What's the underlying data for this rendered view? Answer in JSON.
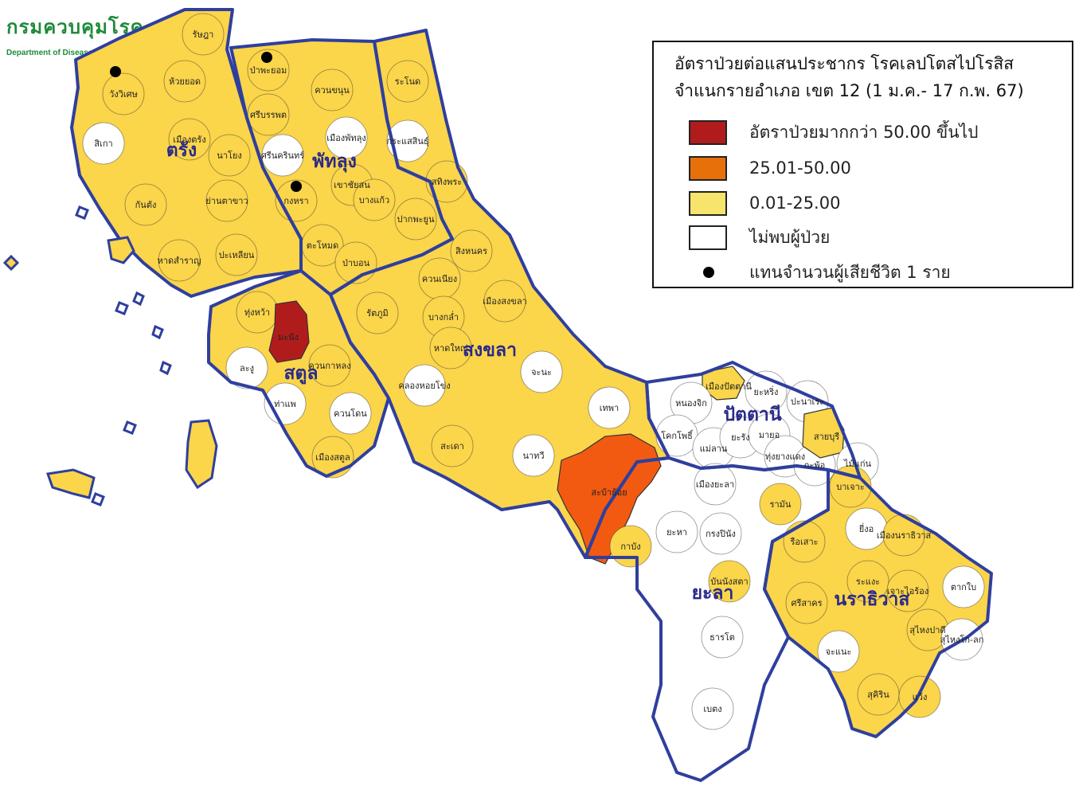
{
  "logo": {
    "thai": "กรมควบคุมโรค",
    "english": "Department of Disease Control"
  },
  "legend": {
    "title_line1": "อัตราป่วยต่อแสนประชากร โรคเลปโตสไปโรสิส",
    "title_line2": "จำแนกรายอำเภอ เขต 12 (1 ม.ค.- 17 ก.พ. 67)",
    "items": [
      {
        "label": "อัตราป่วยมากกว่า 50.00 ขึ้นไป",
        "color": "#b01c1c"
      },
      {
        "label": "25.01-50.00",
        "color": "#e8700a"
      },
      {
        "label": "0.01-25.00",
        "color": "#f7e46a"
      },
      {
        "label": "ไม่พบผู้ป่วย",
        "color": "#ffffff"
      }
    ],
    "death_label": "แทนจำนวนผู้เสียชีวิต 1 ราย"
  },
  "colors": {
    "high": "#b01c1c",
    "mid": "#f25a12",
    "low": "#fbd54a",
    "none": "#ffffff",
    "province_border": "#2f3f9e",
    "district_border": "#333333"
  },
  "provinces": [
    {
      "name": "ตรัง"
    },
    {
      "name": "พัทลุง"
    },
    {
      "name": "สตูล"
    },
    {
      "name": "สงขลา"
    },
    {
      "name": "ปัตตานี"
    },
    {
      "name": "ยะลา"
    },
    {
      "name": "นราธิวาส"
    }
  ],
  "districts": [
    {
      "name": "รัษฎา",
      "level": "low"
    },
    {
      "name": "ห้วยยอด",
      "level": "low"
    },
    {
      "name": "วังวิเศษ",
      "level": "low",
      "deaths": 1
    },
    {
      "name": "สิเกา",
      "level": "none"
    },
    {
      "name": "เมืองตรัง",
      "level": "low"
    },
    {
      "name": "นาโยง",
      "level": "low"
    },
    {
      "name": "กันตัง",
      "level": "low"
    },
    {
      "name": "ย่านตาขาว",
      "level": "low"
    },
    {
      "name": "ปะเหลียน",
      "level": "low"
    },
    {
      "name": "หาดสำราญ",
      "level": "low"
    },
    {
      "name": "ป่าพะยอม",
      "level": "low",
      "deaths": 1
    },
    {
      "name": "ควนขนุน",
      "level": "low"
    },
    {
      "name": "ศรีบรรพต",
      "level": "low"
    },
    {
      "name": "เมืองพัทลุง",
      "level": "none"
    },
    {
      "name": "ศรีนครินทร์",
      "level": "none"
    },
    {
      "name": "เขาชัยสน",
      "level": "low"
    },
    {
      "name": "กงหรา",
      "level": "low",
      "deaths": 1
    },
    {
      "name": "บางแก้ว",
      "level": "low"
    },
    {
      "name": "ตะโหมด",
      "level": "low"
    },
    {
      "name": "ปากพะยูน",
      "level": "low"
    },
    {
      "name": "ป่าบอน",
      "level": "low"
    },
    {
      "name": "ระโนด",
      "level": "low"
    },
    {
      "name": "กระแสสินธุ์",
      "level": "none"
    },
    {
      "name": "สทิงพระ",
      "level": "low"
    },
    {
      "name": "สิงหนคร",
      "level": "low"
    },
    {
      "name": "ควนเนียง",
      "level": "low"
    },
    {
      "name": "เมืองสงขลา",
      "level": "low"
    },
    {
      "name": "รัตภูมิ",
      "level": "low"
    },
    {
      "name": "บางกล่ำ",
      "level": "low"
    },
    {
      "name": "หาดใหญ่",
      "level": "low"
    },
    {
      "name": "คลองหอยโข่ง",
      "level": "none"
    },
    {
      "name": "จะนะ",
      "level": "none"
    },
    {
      "name": "เทพา",
      "level": "none"
    },
    {
      "name": "สะเดา",
      "level": "low"
    },
    {
      "name": "นาทวี",
      "level": "none"
    },
    {
      "name": "สะบ้าย้อย",
      "level": "mid"
    },
    {
      "name": "ทุ่งหว้า",
      "level": "low"
    },
    {
      "name": "มะนัง",
      "level": "high"
    },
    {
      "name": "ละงู",
      "level": "none"
    },
    {
      "name": "ควนกาหลง",
      "level": "low"
    },
    {
      "name": "ท่าแพ",
      "level": "none"
    },
    {
      "name": "ควนโดน",
      "level": "none"
    },
    {
      "name": "เมืองสตูล",
      "level": "low"
    },
    {
      "name": "เมืองปัตตานี",
      "level": "low"
    },
    {
      "name": "ยะหริ่ง",
      "level": "none"
    },
    {
      "name": "ปะนาเระ",
      "level": "none"
    },
    {
      "name": "หนองจิก",
      "level": "none"
    },
    {
      "name": "โคกโพธิ์",
      "level": "none"
    },
    {
      "name": "แม่ลาน",
      "level": "none"
    },
    {
      "name": "ยะรัง",
      "level": "none"
    },
    {
      "name": "มายอ",
      "level": "none"
    },
    {
      "name": "ทุ่งยางแดง",
      "level": "none"
    },
    {
      "name": "กะพ้อ",
      "level": "none"
    },
    {
      "name": "สายบุรี",
      "level": "low"
    },
    {
      "name": "ไม้แก่น",
      "level": "none"
    },
    {
      "name": "เมืองยะลา",
      "level": "none"
    },
    {
      "name": "ยะหา",
      "level": "none"
    },
    {
      "name": "กรงปินัง",
      "level": "none"
    },
    {
      "name": "กาบัง",
      "level": "low"
    },
    {
      "name": "บันนังสตา",
      "level": "low"
    },
    {
      "name": "ธารโต",
      "level": "none"
    },
    {
      "name": "เบตง",
      "level": "none"
    },
    {
      "name": "บาเจาะ",
      "level": "low"
    },
    {
      "name": "รามัน",
      "level": "low"
    },
    {
      "name": "ยี่งอ",
      "level": "none"
    },
    {
      "name": "เมืองนราธิวาส",
      "level": "low"
    },
    {
      "name": "รือเสาะ",
      "level": "low"
    },
    {
      "name": "ระแงะ",
      "level": "low"
    },
    {
      "name": "เจาะไอร้อง",
      "level": "low"
    },
    {
      "name": "ตากใบ",
      "level": "none"
    },
    {
      "name": "ศรีสาคร",
      "level": "low"
    },
    {
      "name": "สุไหงปาดี",
      "level": "low"
    },
    {
      "name": "สุไหงโก-ลก",
      "level": "none"
    },
    {
      "name": "จะแนะ",
      "level": "none"
    },
    {
      "name": "สุคิริน",
      "level": "low"
    },
    {
      "name": "แว้ง",
      "level": "low"
    }
  ]
}
